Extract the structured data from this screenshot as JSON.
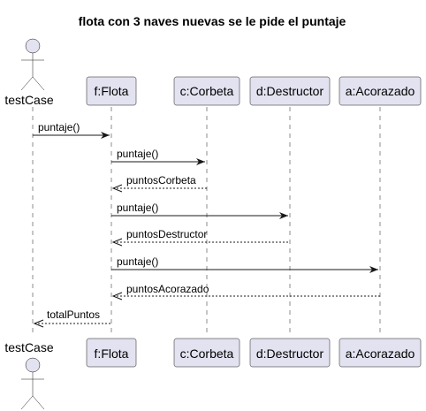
{
  "title": "flota con 3 naves nuevas se le pide el puntaje",
  "participants": {
    "testcase": "testCase",
    "flota": "f:Flota",
    "corbeta": "c:Corbeta",
    "destructor": "d:Destructor",
    "acorazado": "a:Acorazado"
  },
  "messages": {
    "m1": "puntaje()",
    "m2": "puntaje()",
    "m3": "puntosCorbeta",
    "m4": "puntaje()",
    "m5": "puntosDestructor",
    "m6": "puntaje()",
    "m7": "puntosAcorazado",
    "m8": "totalPuntos"
  },
  "colors": {
    "participant_fill": "#e2e2f0",
    "stroke": "#181818"
  }
}
